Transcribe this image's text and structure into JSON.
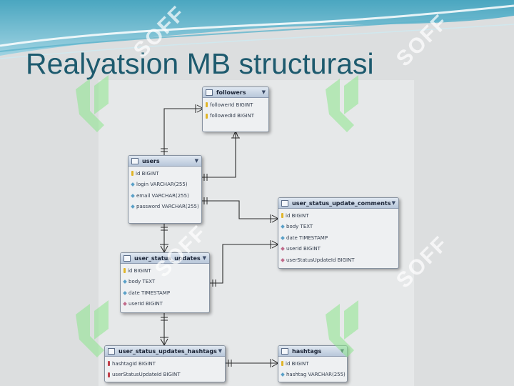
{
  "slide": {
    "title": "Realyatsion MB structurasi",
    "watermark_text": "SOFF",
    "accent_color": "#1d5a6e"
  },
  "tables": [
    {
      "name": "followers",
      "fields": [
        {
          "key": "pk",
          "text": "followerId BIGINT"
        },
        {
          "key": "pk",
          "text": "followedId BIGINT"
        }
      ]
    },
    {
      "name": "users",
      "fields": [
        {
          "key": "pk",
          "text": "id BIGINT"
        },
        {
          "key": "col",
          "text": "login VARCHAR(255)"
        },
        {
          "key": "col",
          "text": "email VARCHAR(255)"
        },
        {
          "key": "col",
          "text": "password VARCHAR(255)"
        }
      ]
    },
    {
      "name": "user_status_update_comments",
      "fields": [
        {
          "key": "pk",
          "text": "id BIGINT"
        },
        {
          "key": "col",
          "text": "body TEXT"
        },
        {
          "key": "col",
          "text": "date TIMESTAMP"
        },
        {
          "key": "fkcol",
          "text": "userId BIGINT"
        },
        {
          "key": "fkcol",
          "text": "userStatusUpdateId BIGINT"
        }
      ]
    },
    {
      "name": "user_status_updates",
      "fields": [
        {
          "key": "pk",
          "text": "id BIGINT"
        },
        {
          "key": "col",
          "text": "body TEXT"
        },
        {
          "key": "col",
          "text": "date TIMESTAMP"
        },
        {
          "key": "fkcol",
          "text": "userId BIGINT"
        }
      ]
    },
    {
      "name": "user_status_updates_hashtags",
      "fields": [
        {
          "key": "fk",
          "text": "hashtagId BIGINT"
        },
        {
          "key": "fk",
          "text": "userStatusUpdateId BIGINT"
        }
      ]
    },
    {
      "name": "hashtags",
      "fields": [
        {
          "key": "pk",
          "text": "id BIGINT"
        },
        {
          "key": "col",
          "text": "hashtag VARCHAR(255)"
        }
      ]
    }
  ]
}
